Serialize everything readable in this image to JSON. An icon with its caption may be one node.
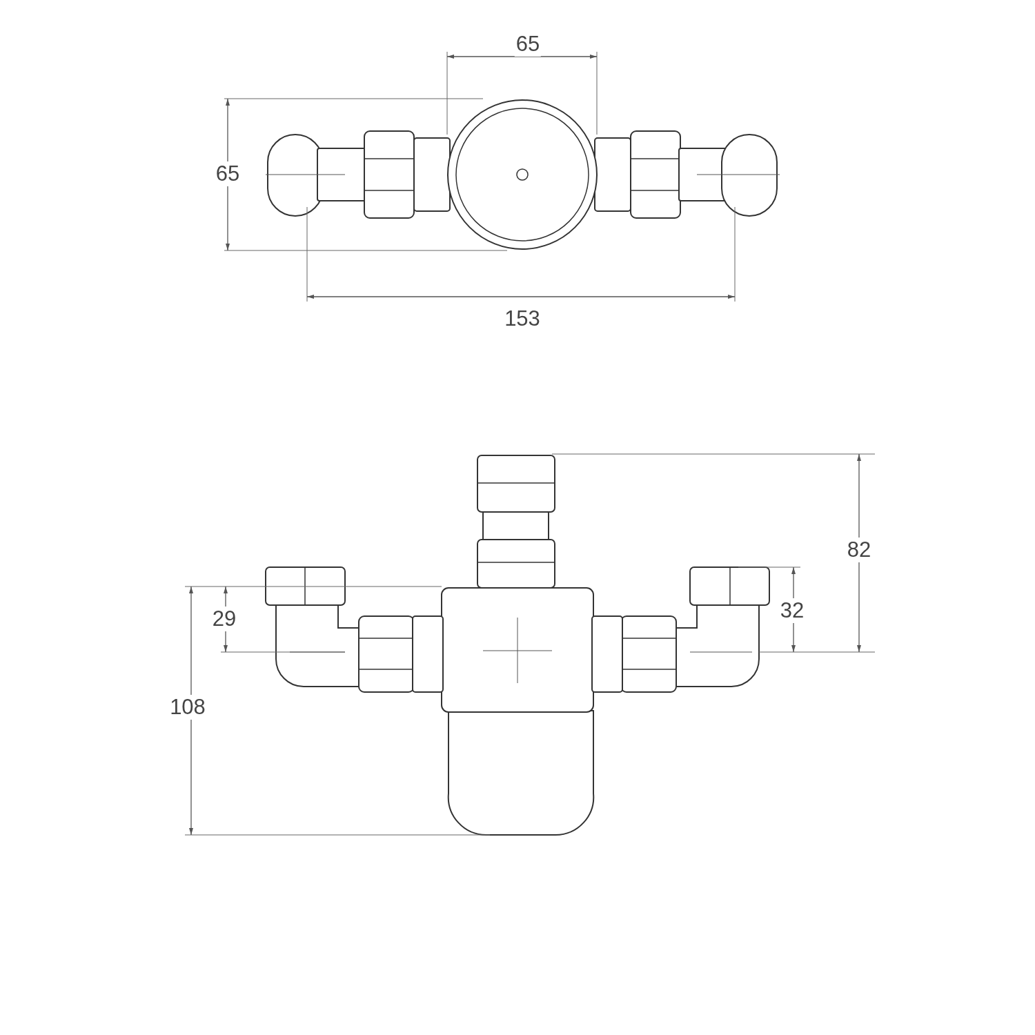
{
  "diagram": {
    "labels": [
      "65",
      "65",
      "153",
      "82",
      "32",
      "29",
      "108"
    ]
  }
}
